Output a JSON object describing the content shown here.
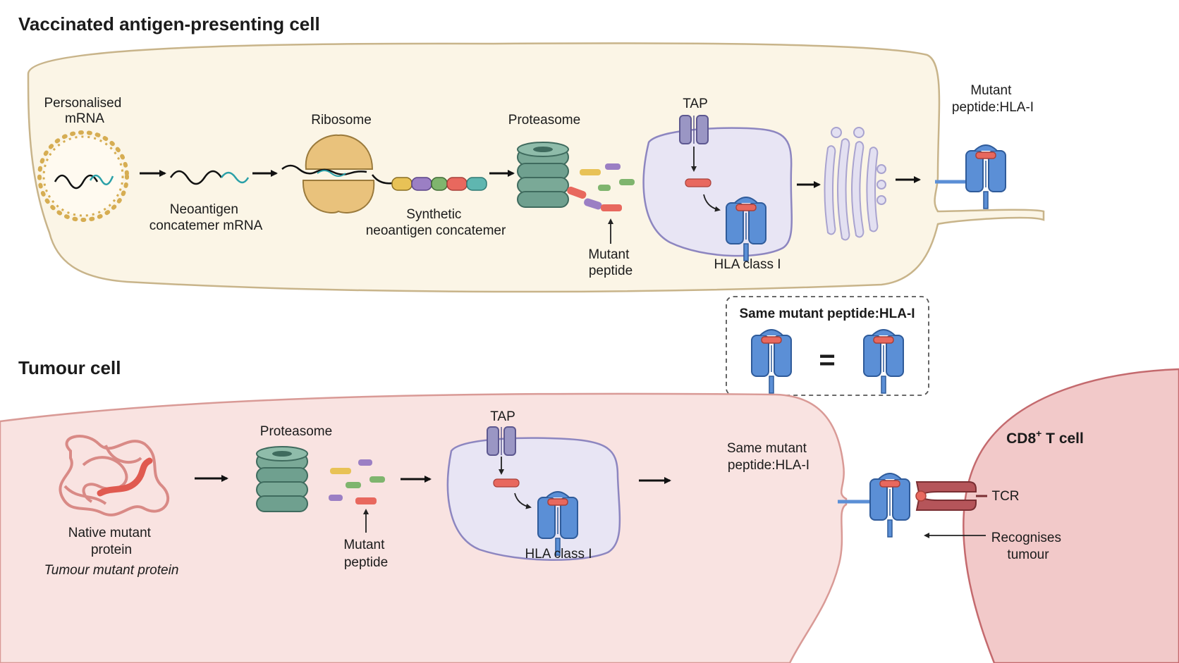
{
  "titles": {
    "vaccinated": "Vaccinated antigen-presenting cell",
    "tumour": "Tumour cell"
  },
  "top": {
    "mrna_label": [
      "Personalised",
      "mRNA"
    ],
    "concatemer_mrna": [
      "Neoantigen",
      "concatemer mRNA"
    ],
    "ribosome": "Ribosome",
    "synthetic": [
      "Synthetic",
      "neoantigen concatemer"
    ],
    "proteasome": "Proteasome",
    "mutant_peptide": [
      "Mutant",
      "peptide"
    ],
    "tap": "TAP",
    "hla": "HLA class I",
    "surface": [
      "Mutant",
      "peptide:HLA-I"
    ]
  },
  "compare_box": {
    "title": "Same mutant peptide:HLA-I",
    "equals": "="
  },
  "bottom": {
    "protein": [
      "Native mutant",
      "protein"
    ],
    "protein_italic": "Tumour mutant protein",
    "proteasome": "Proteasome",
    "mutant_peptide": [
      "Mutant",
      "peptide"
    ],
    "tap": "TAP",
    "hla": "HLA class I",
    "surface": [
      "Same mutant",
      "peptide:HLA-I"
    ]
  },
  "tcell": {
    "label": "CD8",
    "label_sup": "+",
    "label_rest": " T cell",
    "tcr": "TCR",
    "recognises": [
      "Recognises",
      "tumour"
    ]
  },
  "colors": {
    "apc_fill": "#fbf5e6",
    "apc_stroke": "#c8b48a",
    "tumour_fill": "#f9e3e1",
    "tumour_stroke": "#d99a96",
    "tcell_fill": "#f2c9c9",
    "er_fill": "#e8e5f4",
    "er_stroke": "#8d86c0",
    "hla": "#5b8fd6",
    "peptide": "#e8685e",
    "proteasome": "#6fa08f",
    "ribosome": "#e9c27c",
    "tcr": "#b5555a"
  }
}
